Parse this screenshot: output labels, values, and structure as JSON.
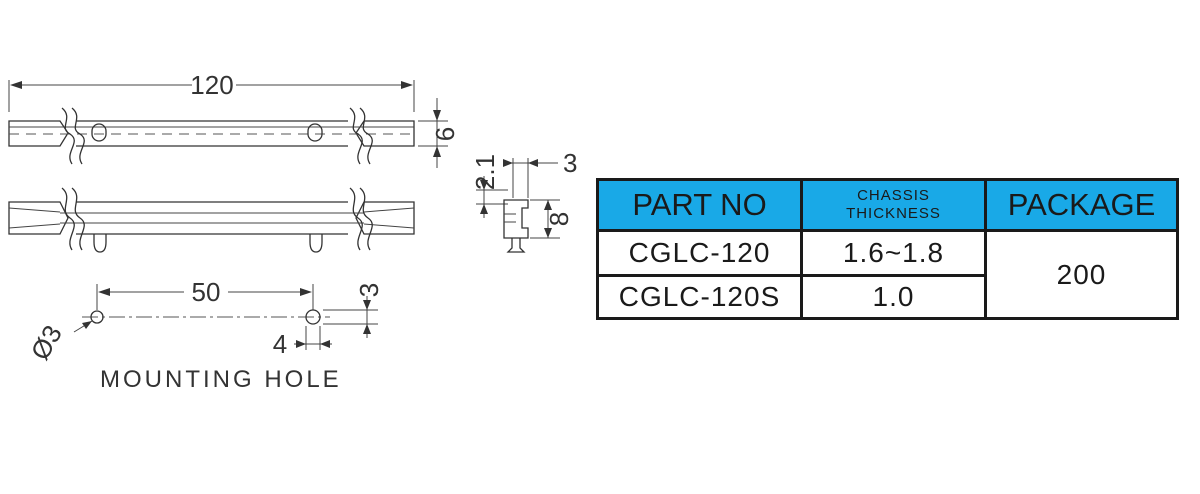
{
  "drawing": {
    "top_view": {
      "length_dim": "120",
      "height_dim": "6"
    },
    "side_view": {
      "dim_top_left": "2.1",
      "dim_top_right": "3",
      "dim_height": "8"
    },
    "mounting_hole": {
      "spacing_dim": "50",
      "diameter_dim": "Ø3",
      "slot_width_dim": "4",
      "slot_height_dim": "3",
      "caption": "MOUNTING HOLE"
    }
  },
  "table": {
    "headers": {
      "part_no": "PART NO",
      "chassis_line1": "CHASSIS",
      "chassis_line2": "THICKNESS",
      "package": "PACKAGE"
    },
    "rows": [
      {
        "part_no": "CGLC-120",
        "thickness": "1.6~1.8"
      },
      {
        "part_no": "CGLC-120S",
        "thickness": "1.0"
      }
    ],
    "package": "200"
  },
  "colors": {
    "header_bg": "#19a9e7",
    "border": "#1a1a1a"
  }
}
